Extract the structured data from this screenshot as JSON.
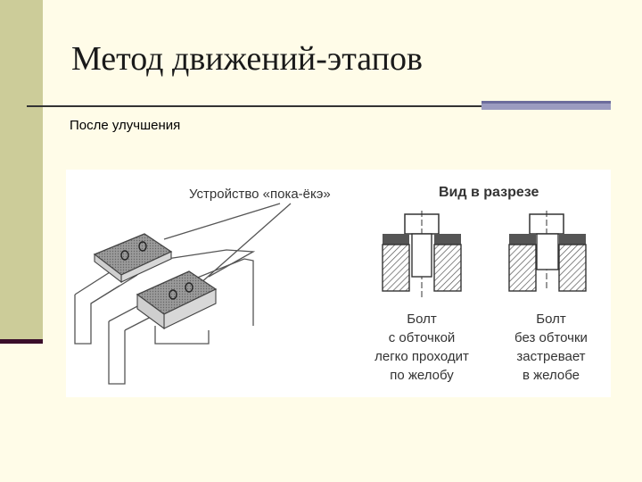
{
  "slide": {
    "title": "Метод движений-этапов",
    "subtitle": "После улучшения"
  },
  "figure": {
    "device_label": "Устройство «пока-ёкэ»",
    "section_title": "Вид в разрезе",
    "left_caption": [
      "Болт",
      "с обточкой",
      "легко проходит",
      "по желобу"
    ],
    "right_caption": [
      "Болт",
      "без обточки",
      "застревает",
      "в желобе"
    ]
  },
  "colors": {
    "background": "#fffce8",
    "left_band": "#cccc99",
    "dark_accent": "#3a0e2a",
    "rule_block": "#9b9bc0"
  }
}
